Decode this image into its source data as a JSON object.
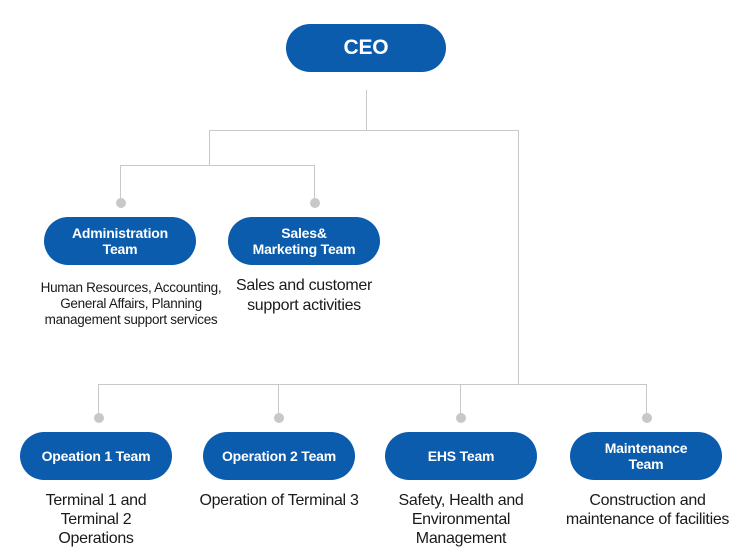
{
  "ceo": {
    "label": "CEO"
  },
  "teams": [
    {
      "label": "Administration Team",
      "desc": "Human Resources, Accounting, General Affairs, Planning management support services"
    },
    {
      "label": "Sales& Marketing Team",
      "desc": "Sales and customer support activities"
    },
    {
      "label": "Opeation 1 Team",
      "desc": "Terminal 1 and Terminal 2 Operations"
    },
    {
      "label": "Operation 2 Team",
      "desc": "Operation of Terminal 3"
    },
    {
      "label": "EHS Team",
      "desc": "Safety, Health and Environmental Management"
    },
    {
      "label": "Maintenance Team",
      "desc": "Construction and maintenance of facilities"
    }
  ],
  "colors": {
    "node": "#0b5cad",
    "connector": "#c8c8c8",
    "text": "#1a1a1a"
  }
}
